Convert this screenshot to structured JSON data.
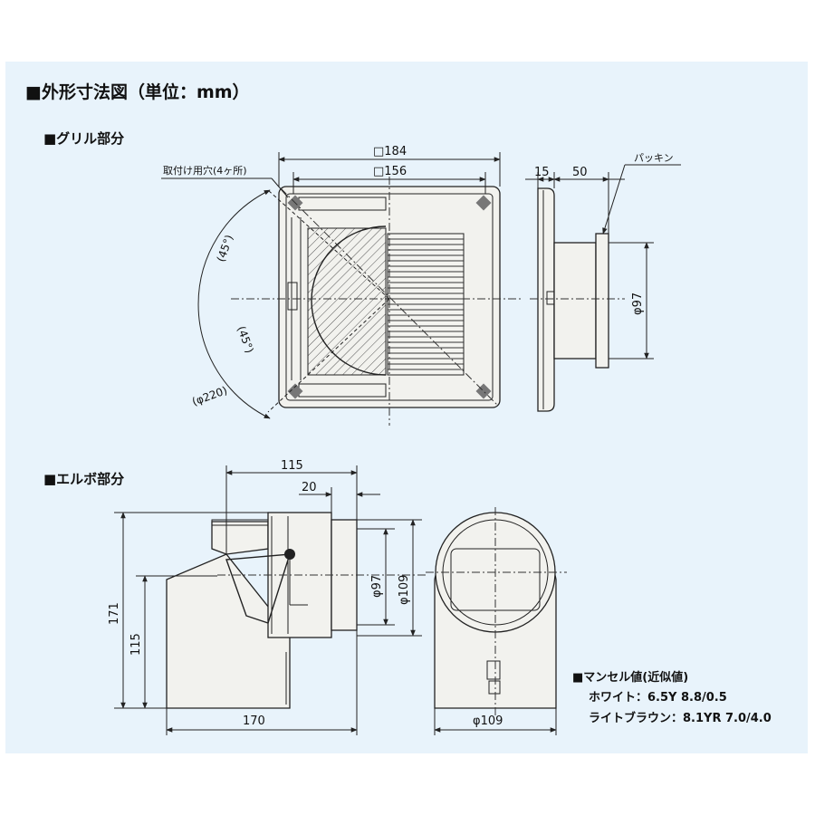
{
  "title": "■外形寸法図（単位：mm）",
  "grille": {
    "heading": "■グリル部分",
    "dim_outer": "□184",
    "dim_inner": "□156",
    "mount_holes": "取付け用穴(4ヶ所)",
    "angle_upper": "(45°)",
    "angle_lower": "(45°)",
    "diameter_pcd": "(φ220)",
    "dim_15": "15",
    "dim_50": "50",
    "packing": "パッキン",
    "dim_phi97": "φ97"
  },
  "elbow": {
    "heading": "■エルボ部分",
    "dim_115_top": "115",
    "dim_20": "20",
    "dim_171": "171",
    "dim_115_side": "115",
    "dim_170": "170",
    "dim_phi97": "φ97",
    "dim_phi109": "φ109",
    "dim_phi109_bottom": "φ109"
  },
  "munsell": {
    "heading": "■マンセル値(近似値)",
    "white": "ホワイト：6.5Y 8.8/0.5",
    "light_brown": "ライトブラウン：8.1YR 7.0/4.0"
  }
}
